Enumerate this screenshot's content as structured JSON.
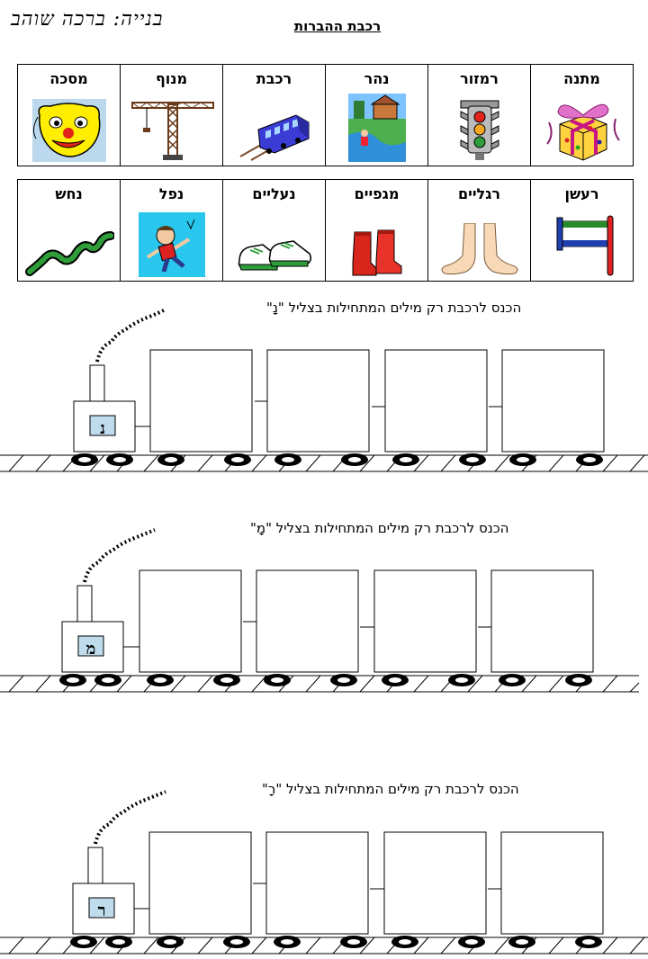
{
  "header": {
    "author": "בנייה: ברכה שוהב",
    "title": "רכבת ההברות"
  },
  "cards_row1": [
    {
      "word": "מתנה",
      "icon": "gift-icon"
    },
    {
      "word": "רמזור",
      "icon": "traffic-light-icon"
    },
    {
      "word": "נהר",
      "icon": "river-icon"
    },
    {
      "word": "רכבת",
      "icon": "train-icon"
    },
    {
      "word": "מנוף",
      "icon": "crane-icon"
    },
    {
      "word": "מסכה",
      "icon": "mask-icon"
    }
  ],
  "cards_row2": [
    {
      "word": "רעשן",
      "icon": "rattle-icon"
    },
    {
      "word": "רגליים",
      "icon": "feet-icon"
    },
    {
      "word": "מגפיים",
      "icon": "boots-icon"
    },
    {
      "word": "נעליים",
      "icon": "shoes-icon"
    },
    {
      "word": "נפל",
      "icon": "falling-boy-icon"
    },
    {
      "word": "נחש",
      "icon": "snake-icon"
    }
  ],
  "trains": [
    {
      "instruction": "הכנס לרכבת רק מילים המתחילות בצליל \"נָ\"",
      "letter": "נ"
    },
    {
      "instruction": "הכנס לרכבת רק מילים המתחילות בצליל \"מָ\"",
      "letter": "מ"
    },
    {
      "instruction": "הכנס לרכבת רק מילים המתחילות בצליל \"רָ\"",
      "letter": "ר"
    }
  ]
}
